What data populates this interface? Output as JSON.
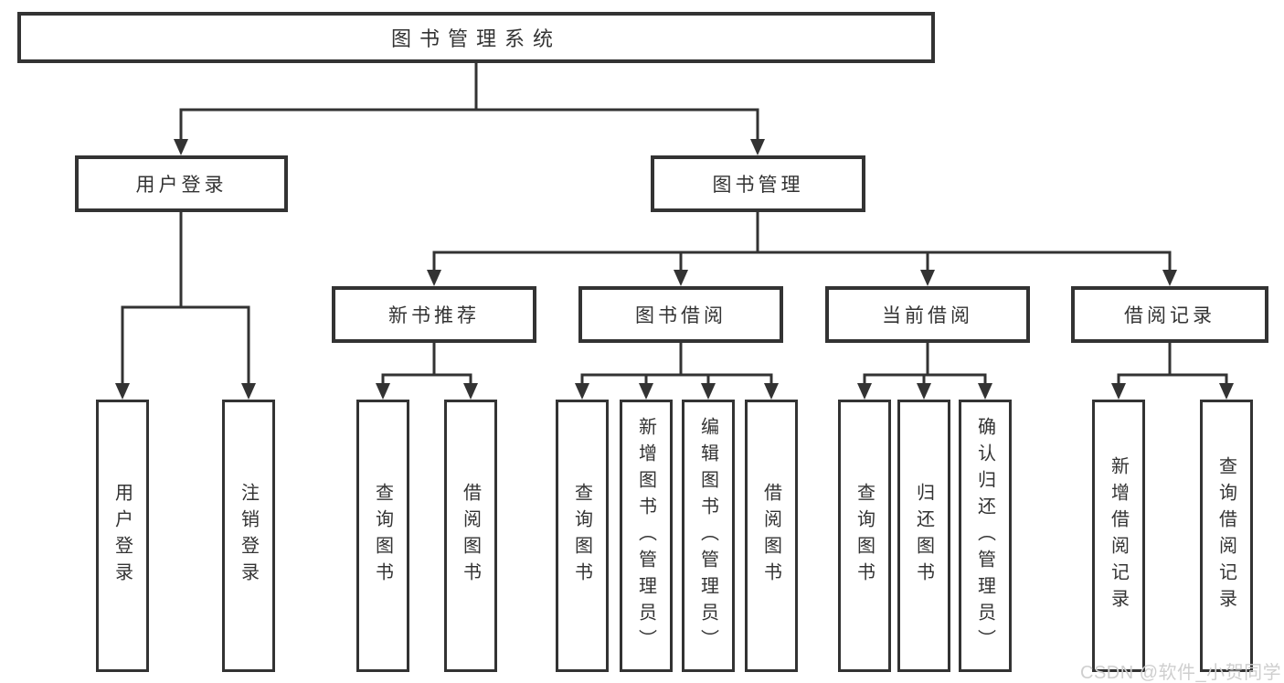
{
  "diagram": {
    "title": "图书管理系统",
    "level2": [
      {
        "label": "用户登录",
        "leaves": [
          "用户登录",
          "注销登录"
        ]
      },
      {
        "label": "图书管理",
        "groups": [
          {
            "label": "新书推荐",
            "leaves": [
              "查询图书",
              "借阅图书"
            ]
          },
          {
            "label": "图书借阅",
            "leaves": [
              "查询图书",
              "新增图书（管理员）",
              "编辑图书（管理员）",
              "借阅图书"
            ]
          },
          {
            "label": "当前借阅",
            "leaves": [
              "查询图书",
              "归还图书",
              "确认归还（管理员）"
            ]
          },
          {
            "label": "借阅记录",
            "leaves": [
              "新增借阅记录",
              "查询借阅记录"
            ]
          }
        ]
      }
    ]
  },
  "watermark": {
    "text": "CSDN @软件_小贺同学"
  },
  "colors": {
    "line": "#333333",
    "box_border": "#333333",
    "text": "#333333",
    "watermark_text": "#cfcfcf",
    "background": "#ffffff"
  }
}
